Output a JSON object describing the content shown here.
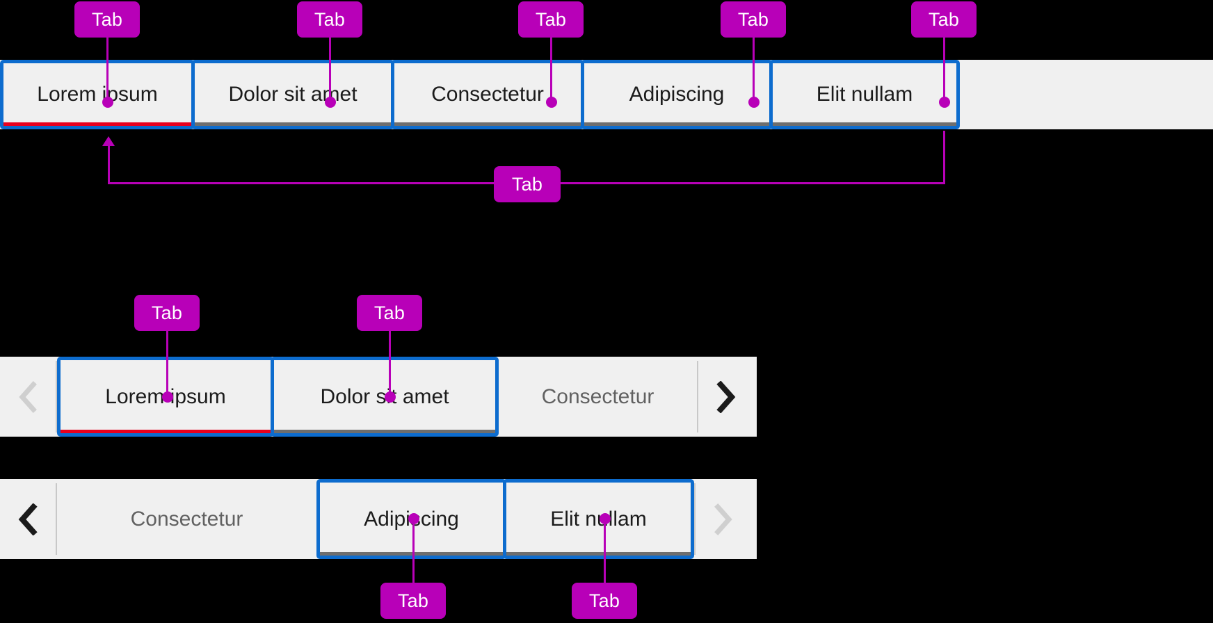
{
  "colors": {
    "annotation": "#b800b8",
    "tab_border": "#0d6cce",
    "selected_underline": "#e8001d",
    "plain_underline": "#6e6e6e",
    "strip_background": "#f0f0f0",
    "page_background": "#000000",
    "muted_text": "#616161",
    "text": "#1b1b1b"
  },
  "annotation": {
    "label": "Tab"
  },
  "top_strip": {
    "name": "full-tab-bar",
    "tabs": [
      {
        "label": "Lorem ipsum",
        "state": "selected",
        "underline": "selected"
      },
      {
        "label": "Dolor sit amet",
        "state": "unselected",
        "underline": "plain"
      },
      {
        "label": "Consectetur",
        "state": "unselected",
        "underline": "plain"
      },
      {
        "label": "Adipiscing",
        "state": "unselected",
        "underline": "plain"
      },
      {
        "label": "Elit nullam",
        "state": "unselected",
        "underline": "plain"
      }
    ]
  },
  "middle_strip": {
    "name": "scrollable-tab-bar-start",
    "scroll_left": {
      "icon": "chevron-left-icon",
      "enabled": false
    },
    "scroll_right": {
      "icon": "chevron-right-icon",
      "enabled": true
    },
    "tabs": [
      {
        "label": "Lorem ipsum",
        "state": "selected",
        "underline": "selected"
      },
      {
        "label": "Dolor sit amet",
        "state": "unselected",
        "underline": "plain"
      },
      {
        "label": "Consectetur",
        "state": "clipped",
        "underline": "none"
      }
    ]
  },
  "bottom_strip": {
    "name": "scrollable-tab-bar-end",
    "scroll_left": {
      "icon": "chevron-left-icon",
      "enabled": true
    },
    "scroll_right": {
      "icon": "chevron-right-icon",
      "enabled": false
    },
    "tabs": [
      {
        "label": "Consectetur",
        "state": "clipped",
        "underline": "none"
      },
      {
        "label": "Adipiscing",
        "state": "unselected",
        "underline": "plain"
      },
      {
        "label": "Elit nullam",
        "state": "unselected",
        "underline": "plain"
      }
    ]
  },
  "callouts": [
    {
      "name": "callout-tab-lorem-ipsum-top",
      "target": "Lorem ipsum"
    },
    {
      "name": "callout-tab-dolor-sit-amet-top",
      "target": "Dolor sit amet"
    },
    {
      "name": "callout-tab-consectetur-top",
      "target": "Consectetur"
    },
    {
      "name": "callout-tab-adipiscing-top",
      "target": "Adipiscing"
    },
    {
      "name": "callout-tab-elit-nullam-top",
      "target": "Elit nullam"
    },
    {
      "name": "callout-tab-bar-container",
      "target": "tab bar"
    },
    {
      "name": "callout-tab-lorem-ipsum-mid",
      "target": "Lorem ipsum"
    },
    {
      "name": "callout-tab-dolor-sit-amet-mid",
      "target": "Dolor sit amet"
    },
    {
      "name": "callout-tab-adipiscing-bottom",
      "target": "Adipiscing"
    },
    {
      "name": "callout-tab-elit-nullam-bottom",
      "target": "Elit nullam"
    }
  ]
}
